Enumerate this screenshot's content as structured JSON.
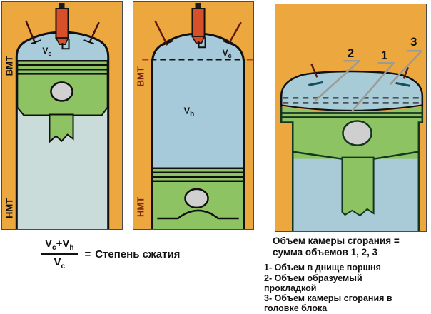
{
  "axis_labels": {
    "top_dead_center": "ВМТ",
    "bottom_dead_center": "НМТ"
  },
  "volume_labels": {
    "v": "V",
    "sub_c": "c",
    "sub_h": "h"
  },
  "panel3": {
    "callout_1": "1",
    "callout_2": "2",
    "callout_3": "3"
  },
  "formula": {
    "v": "V",
    "sub_c": "c",
    "plus": "+",
    "sub_h": "h",
    "equals": "=",
    "result": "Степень сжатия"
  },
  "legend": {
    "title1": "Объем камеры сгорания =",
    "title2": "сумма объемов 1, 2, 3",
    "items": [
      "1- Объем в днище поршня",
      "2- Объем образуемый прокладкой",
      "3- Объем камеры сгорания в головке блока"
    ]
  },
  "colors": {
    "panel_orange": "#ECA83E",
    "cylinder_pale_blue": "#C9DCDA",
    "chamber_blue": "#A9CCDB",
    "piston_green": "#8EC363",
    "spark_plug_red": "#D8502A",
    "maroon_text": "#7B2410",
    "leader_gray": "#9B9B94",
    "valve_seat_teal": "#14505C",
    "outline_black": "#111111",
    "outline_dark_green": "#14351F"
  }
}
